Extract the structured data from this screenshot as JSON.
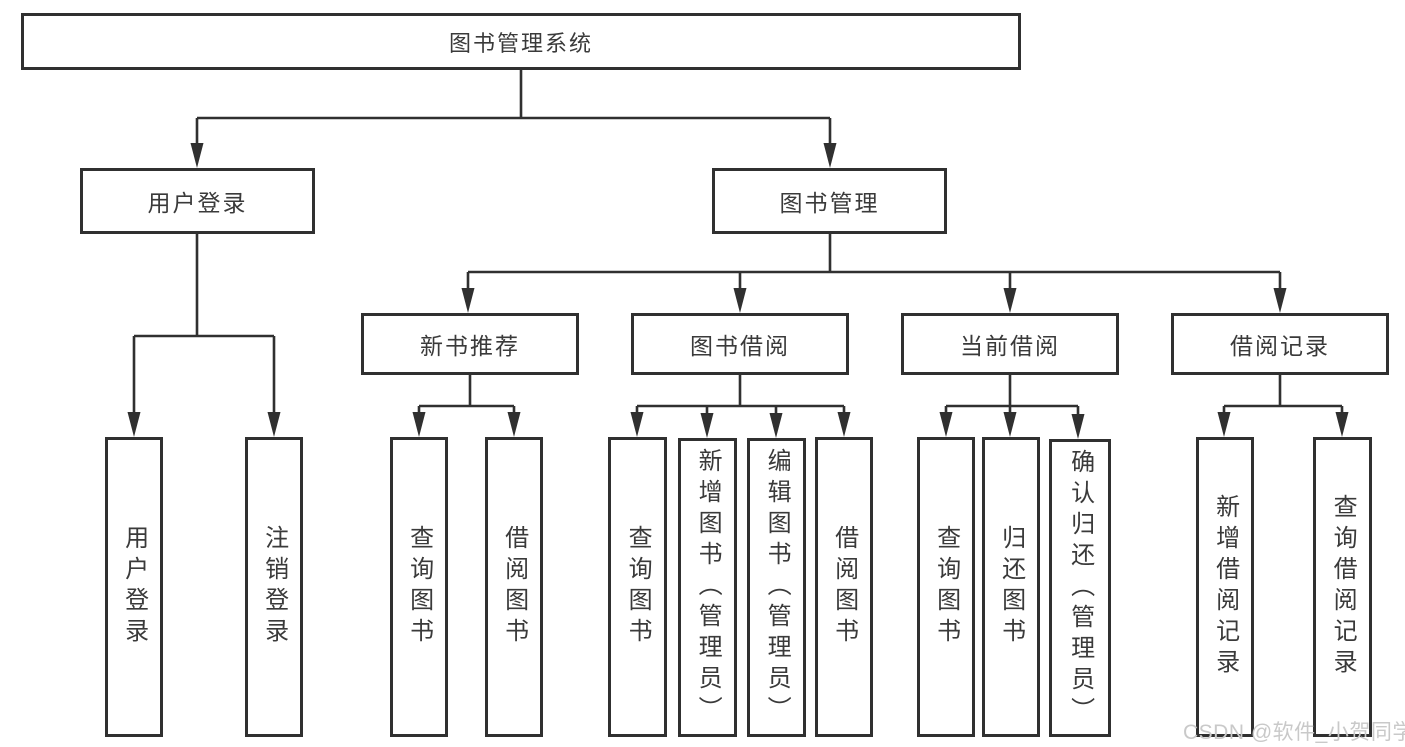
{
  "colors": {
    "line": "#303030",
    "box_border": "#2e2e2e",
    "text": "#3a3a3a",
    "watermark": "#c9c9c9",
    "background": "#ffffff"
  },
  "watermark": {
    "text": "CSDN @软件_小贺同学"
  },
  "tree": {
    "root": {
      "label": "图书管理系统"
    },
    "branches": [
      {
        "label": "用户登录",
        "leaves": [
          {
            "label": "用户登录"
          },
          {
            "label": "注销登录"
          }
        ]
      },
      {
        "label": "图书管理",
        "groups": [
          {
            "label": "新书推荐",
            "leaves": [
              {
                "label": "查询图书"
              },
              {
                "label": "借阅图书"
              }
            ]
          },
          {
            "label": "图书借阅",
            "leaves": [
              {
                "label": "查询图书"
              },
              {
                "label": "新增图书（管理员）"
              },
              {
                "label": "编辑图书（管理员）"
              },
              {
                "label": "借阅图书"
              }
            ]
          },
          {
            "label": "当前借阅",
            "leaves": [
              {
                "label": "查询图书"
              },
              {
                "label": "归还图书"
              },
              {
                "label": "确认归还（管理员）"
              }
            ]
          },
          {
            "label": "借阅记录",
            "leaves": [
              {
                "label": "新增借阅记录"
              },
              {
                "label": "查询借阅记录"
              }
            ]
          }
        ]
      }
    ]
  }
}
